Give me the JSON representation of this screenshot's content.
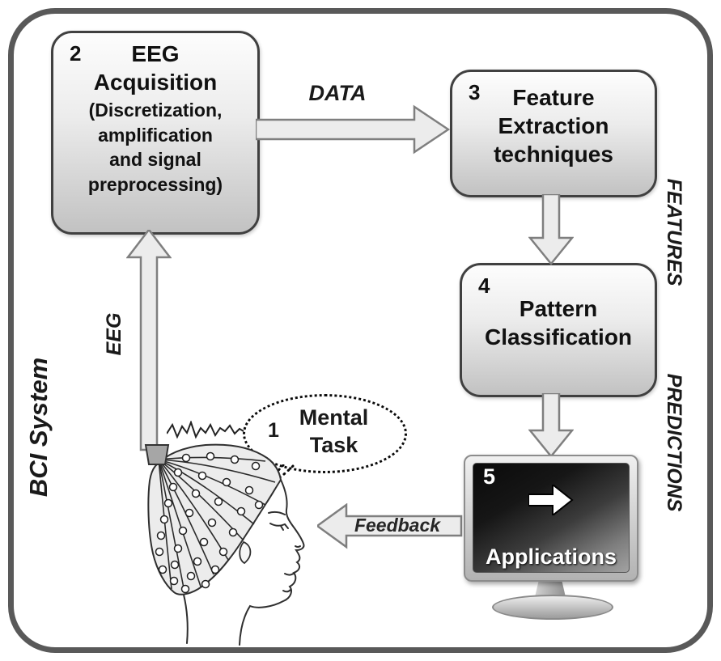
{
  "system": {
    "label": "BCI System"
  },
  "nodes": {
    "mental_task": {
      "number": "1",
      "label": "Mental\nTask"
    },
    "eeg_acquisition": {
      "number": "2",
      "title": "EEG\nAcquisition",
      "subtitle": "(Discretization,\namplification\nand signal\npreprocessing)"
    },
    "feature_extraction": {
      "number": "3",
      "title": "Feature\nExtraction\ntechniques"
    },
    "pattern_classification": {
      "number": "4",
      "title": "Pattern\nClassification"
    },
    "applications": {
      "number": "5",
      "title": "Applications"
    }
  },
  "edges": {
    "data_label": "DATA",
    "features_label": "FEATURES",
    "predictions_label": "PREDICTIONS",
    "eeg_label": "EEG",
    "feedback_label": "Feedback"
  },
  "colors": {
    "frame_border": "#595959",
    "box_border": "#404040",
    "box_gradient_top": "#fdfdfd",
    "box_gradient_bottom": "#c2c2c2",
    "arrow_fill": "#ececec",
    "arrow_stroke": "#7f7f7f",
    "screen_dark": "#0a0a0a",
    "screen_light": "#a2a2a2",
    "text": "#1a1a1a"
  }
}
